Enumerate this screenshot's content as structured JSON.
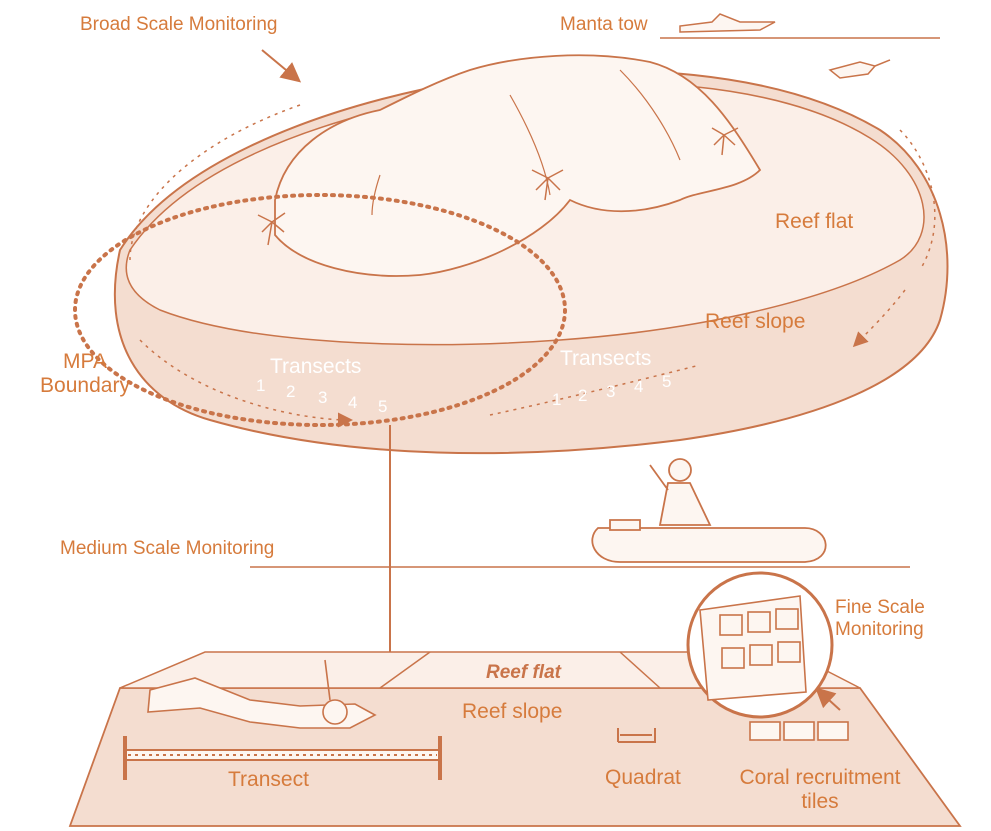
{
  "labels": {
    "broad_scale": "Broad Scale Monitoring",
    "manta_tow": "Manta tow",
    "reef_flat_top": "Reef flat",
    "reef_slope_top": "Reef slope",
    "mpa_boundary_1": "MPA",
    "mpa_boundary_2": "Boundary",
    "transects_left": "Transects",
    "transects_right": "Transects",
    "medium_scale": "Medium Scale Monitoring",
    "fine_scale_1": "Fine Scale",
    "fine_scale_2": "Monitoring",
    "reef_flat_bottom": "Reef flat",
    "reef_slope_bottom": "Reef slope",
    "transect": "Transect",
    "quadrat": "Quadrat",
    "coral_tiles_1": "Coral recruitment",
    "coral_tiles_2": "tiles"
  },
  "transect_numbers_left": [
    "1",
    "2",
    "3",
    "4",
    "5"
  ],
  "transect_numbers_right": [
    "1",
    "2",
    "3",
    "4",
    "5"
  ],
  "colors": {
    "accent": "#d67b3c",
    "line": "#c9744a",
    "reef_fill": "#f4ddd0",
    "island_fill": "#fdf6f1"
  }
}
